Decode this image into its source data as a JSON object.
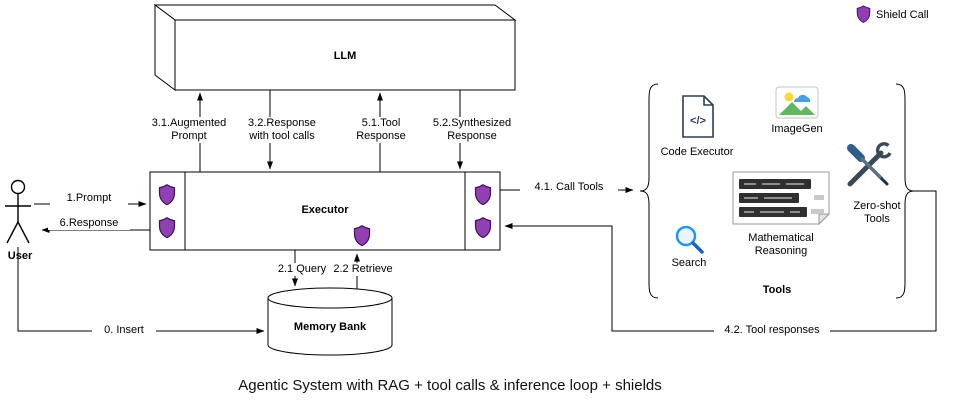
{
  "title": "Agentic System with RAG + tool calls & inference loop + shields",
  "legend": {
    "shield_call": "Shield Call"
  },
  "nodes": {
    "llm": "LLM",
    "executor": "Executor",
    "user": "User",
    "memory_bank": "Memory Bank"
  },
  "tools": {
    "section_label": "Tools",
    "code_executor": "Code Executor",
    "code_glyph": "</>",
    "imagegen": "ImageGen",
    "search": "Search",
    "math_reasoning": [
      "Mathematical",
      "Reasoning"
    ],
    "zero_shot": [
      "Zero-shot",
      "Tools"
    ]
  },
  "edges": {
    "insert": "0. Insert",
    "prompt": "1.Prompt",
    "query": "2.1 Query",
    "retrieve": "2.2 Retrieve",
    "augmented_prompt": [
      "3.1.Augmented",
      "Prompt"
    ],
    "response_with_tool_calls": [
      "3.2.Response",
      "with tool calls"
    ],
    "call_tools": "4.1. Call Tools",
    "tool_responses": "4.2. Tool responses",
    "tool_response": [
      "5.1.Tool",
      "Response"
    ],
    "synthesized_response": [
      "5.2.Synthesized",
      "Response"
    ],
    "response": "6.Response"
  },
  "colors": {
    "shield_fill": "#9140b4",
    "shield_stroke": "#3d1356",
    "search_blue": "#2196f3",
    "imagegen_green": "#61b861",
    "imagegen_blue": "#4a9fe0",
    "imagegen_sun": "#fdd835",
    "code_icon": "#2c3e50",
    "tools_icon_dark": "#3b4a56"
  }
}
